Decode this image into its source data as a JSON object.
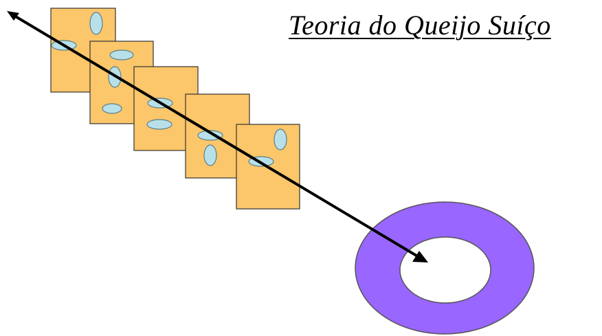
{
  "title": "Teoria do Queijo Suíço",
  "colors": {
    "slice_fill": "#fcc66a",
    "slice_stroke": "#333333",
    "hole_fill": "#b8e0e8",
    "hole_stroke": "#5a7f8c",
    "target_fill": "#9966ff",
    "target_stroke": "#555555",
    "arrow": "#000000",
    "title": "#000000"
  },
  "diagram": {
    "slices": [
      {
        "name": "slice-1",
        "holes": 2
      },
      {
        "name": "slice-2",
        "holes": 3
      },
      {
        "name": "slice-3",
        "holes": 2
      },
      {
        "name": "slice-4",
        "holes": 2
      },
      {
        "name": "slice-5",
        "holes": 2
      }
    ],
    "arrow": "trajectory-arrow",
    "target": "target-ring"
  }
}
